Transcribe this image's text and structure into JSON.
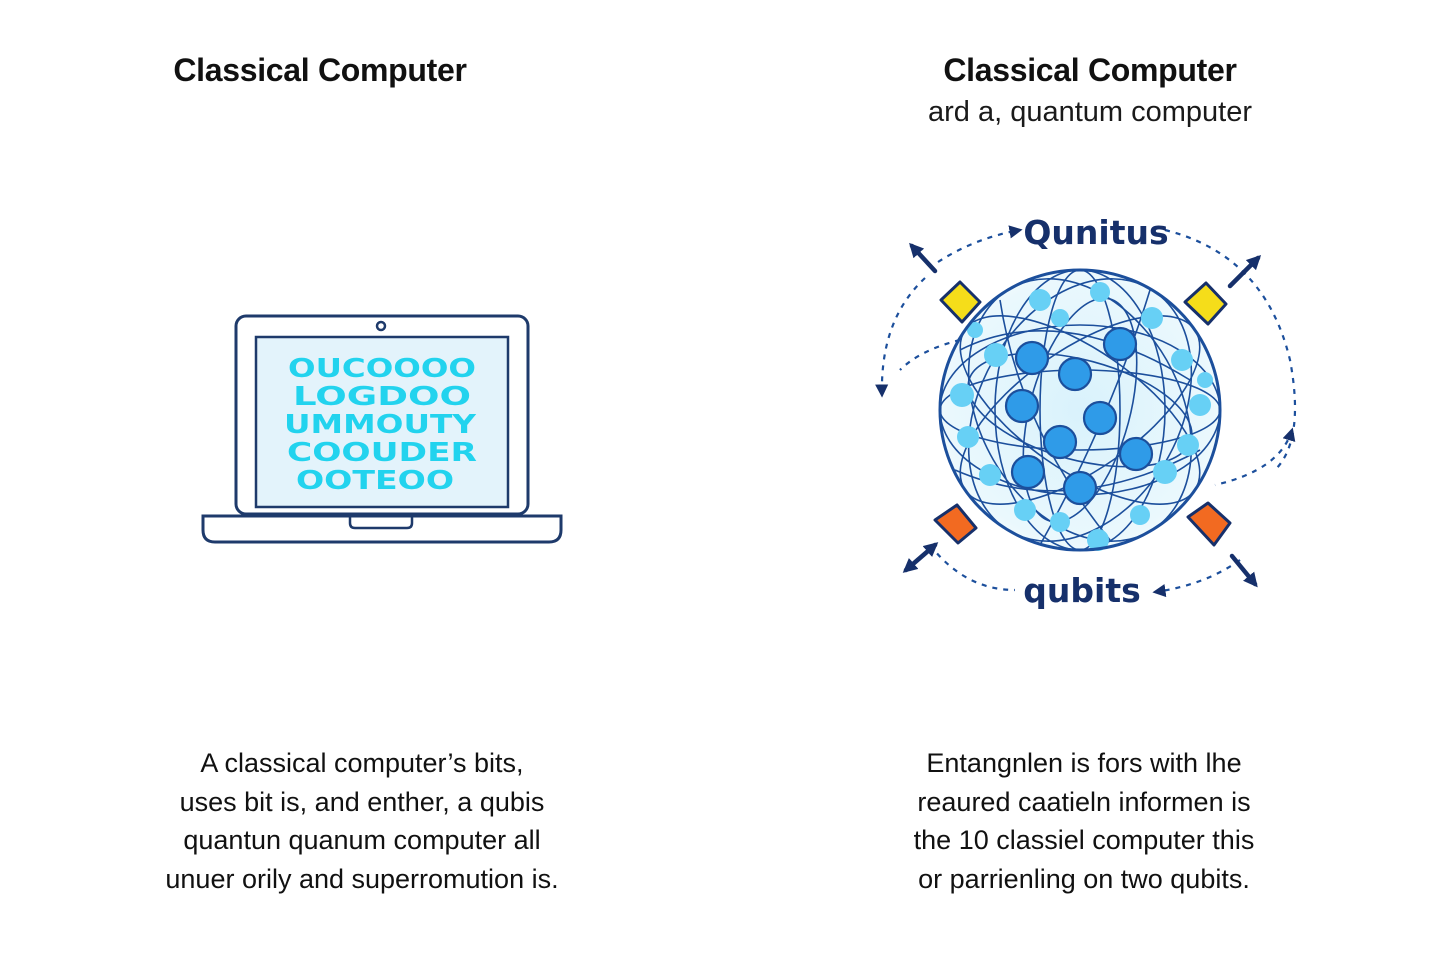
{
  "left": {
    "title": "Classical Computer",
    "screen_rows": [
      "OUCOOOO",
      "LOGDOO",
      "UMMOUTY",
      "COOUDER",
      "OOTEOO"
    ],
    "caption_lines": [
      "A classical computer’s bits,",
      "uses bit is, and enther, a qubis",
      "quantun quanum computer all",
      "unuer orily and superromution is."
    ]
  },
  "right": {
    "title": "Classical Computer",
    "subtitle": "ard a, quantum computer",
    "top_label": "Qunitus",
    "bottom_label": "qubits",
    "caption_lines": [
      "Entangnlen is fors with  lhe",
      "reaured caatieln informen is",
      "the 10 classiel computer this",
      "or parrienling on two qubits."
    ]
  },
  "colors": {
    "laptop_outline": "#1e3a6b",
    "screen_fill": "#e3f3fb",
    "bit_cyan": "#22d3ee",
    "sphere_blue": "#1c4f9c",
    "dark_navy": "#16306b",
    "node_blue": "#2f9be8",
    "node_light": "#67d0f5",
    "marker_yellow": "#f5dd1a",
    "marker_orange": "#f26a21"
  }
}
